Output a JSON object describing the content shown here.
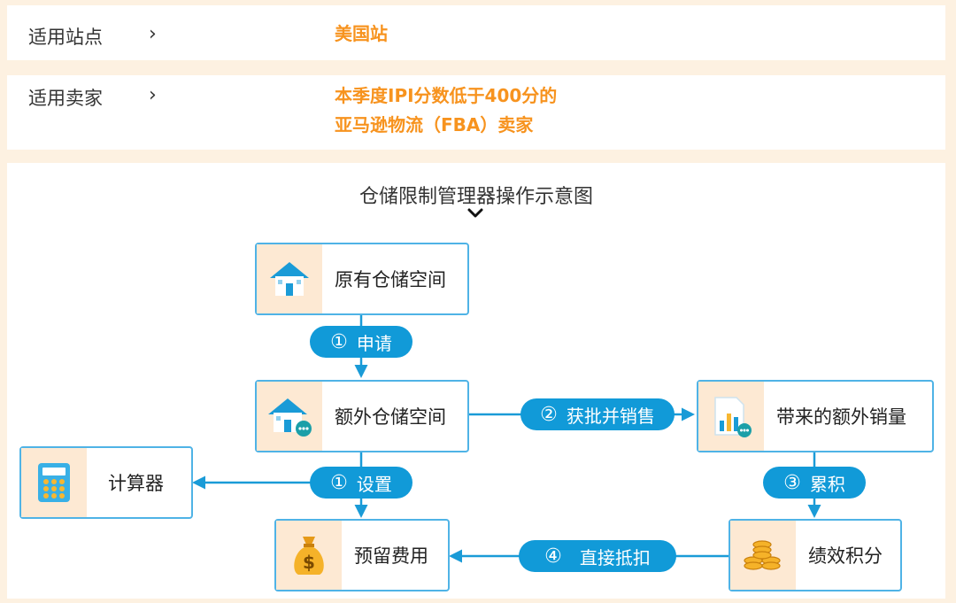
{
  "site_row": {
    "label": "适用站点",
    "chevron": "›",
    "value": "美国站"
  },
  "seller_row": {
    "label": "适用卖家",
    "chevron": "›",
    "value_line1": "本季度IPI分数低于400分的",
    "value_line2": "亚马逊物流（FBA）卖家"
  },
  "diagram": {
    "title": "仓储限制管理器操作示意图",
    "nodes": {
      "original": "原有仓储空间",
      "extra": "额外仓储空间",
      "calculator": "计算器",
      "reserve": "预留费用",
      "sales": "带来的额外销量",
      "score": "绩效积分"
    },
    "edges": {
      "apply": {
        "num": "①",
        "label": "申请"
      },
      "setup": {
        "num": "①",
        "label": "设置"
      },
      "approved": {
        "num": "②",
        "label": "获批并销售"
      },
      "accumulate": {
        "num": "③",
        "label": "累积"
      },
      "deduct": {
        "num": "④",
        "label": "直接抵扣"
      }
    },
    "colors": {
      "line": "#1a9bd7",
      "pill": "#119ad8",
      "border": "#4fb3e6",
      "icon_bg": "#fde9d3",
      "accent": "#f7931e"
    },
    "icons": {
      "original": "house-icon",
      "extra": "house-chat-icon",
      "calculator": "calculator-icon",
      "reserve": "money-bag-icon",
      "sales": "bar-chart-icon",
      "score": "coins-icon"
    }
  }
}
